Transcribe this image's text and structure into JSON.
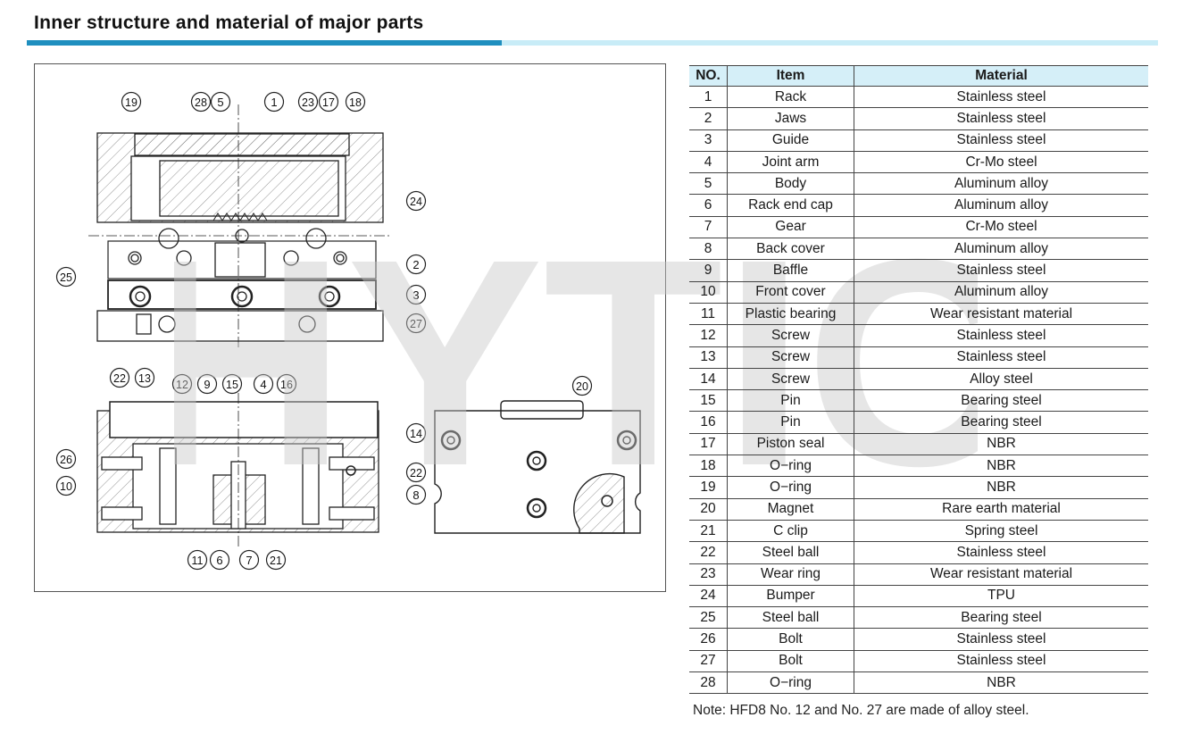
{
  "title": "Inner structure and material of major parts",
  "watermark": "HYTIC",
  "callouts": [
    "19",
    "28",
    "5",
    "1",
    "23",
    "17",
    "18",
    "24",
    "2",
    "25",
    "3",
    "27",
    "22",
    "13",
    "12",
    "9",
    "15",
    "4",
    "16",
    "14",
    "26",
    "22",
    "10",
    "8",
    "11",
    "6",
    "7",
    "21",
    "20"
  ],
  "table": {
    "headers": {
      "no": "NO.",
      "item": "Item",
      "material": "Material"
    },
    "rows": [
      {
        "no": "1",
        "item": "Rack",
        "material": "Stainless steel"
      },
      {
        "no": "2",
        "item": "Jaws",
        "material": "Stainless steel"
      },
      {
        "no": "3",
        "item": "Guide",
        "material": "Stainless steel"
      },
      {
        "no": "4",
        "item": "Joint arm",
        "material": "Cr-Mo steel"
      },
      {
        "no": "5",
        "item": "Body",
        "material": "Aluminum alloy"
      },
      {
        "no": "6",
        "item": "Rack end cap",
        "material": "Aluminum alloy"
      },
      {
        "no": "7",
        "item": "Gear",
        "material": "Cr-Mo steel"
      },
      {
        "no": "8",
        "item": "Back cover",
        "material": "Aluminum alloy"
      },
      {
        "no": "9",
        "item": "Baffle",
        "material": "Stainless steel"
      },
      {
        "no": "10",
        "item": "Front cover",
        "material": "Aluminum alloy"
      },
      {
        "no": "11",
        "item": "Plastic bearing",
        "material": "Wear resistant material"
      },
      {
        "no": "12",
        "item": "Screw",
        "material": "Stainless steel"
      },
      {
        "no": "13",
        "item": "Screw",
        "material": "Stainless steel"
      },
      {
        "no": "14",
        "item": "Screw",
        "material": "Alloy steel"
      },
      {
        "no": "15",
        "item": "Pin",
        "material": "Bearing steel"
      },
      {
        "no": "16",
        "item": "Pin",
        "material": "Bearing steel"
      },
      {
        "no": "17",
        "item": "Piston seal",
        "material": "NBR"
      },
      {
        "no": "18",
        "item": "O−ring",
        "material": "NBR"
      },
      {
        "no": "19",
        "item": "O−ring",
        "material": "NBR"
      },
      {
        "no": "20",
        "item": "Magnet",
        "material": "Rare earth material"
      },
      {
        "no": "21",
        "item": "C clip",
        "material": "Spring steel"
      },
      {
        "no": "22",
        "item": "Steel ball",
        "material": "Stainless steel"
      },
      {
        "no": "23",
        "item": "Wear ring",
        "material": "Wear resistant material"
      },
      {
        "no": "24",
        "item": "Bumper",
        "material": "TPU"
      },
      {
        "no": "25",
        "item": "Steel ball",
        "material": "Bearing steel"
      },
      {
        "no": "26",
        "item": "Bolt",
        "material": "Stainless steel"
      },
      {
        "no": "27",
        "item": "Bolt",
        "material": "Stainless steel"
      },
      {
        "no": "28",
        "item": "O−ring",
        "material": "NBR"
      }
    ]
  },
  "note": "Note: HFD8 No. 12 and No. 27 are made of alloy steel.",
  "colors": {
    "accent_dark": "#1f8fbf",
    "accent_light": "#c8ecf7",
    "header_fill": "#d5eff8"
  }
}
